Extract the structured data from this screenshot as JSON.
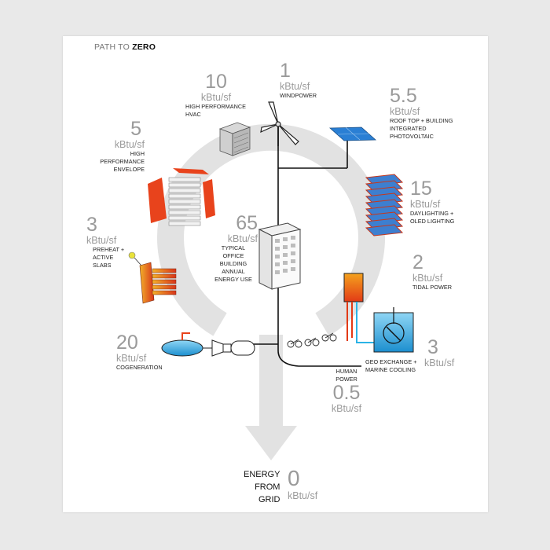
{
  "title": {
    "prefix": "PATH TO ",
    "emphasis": "ZERO"
  },
  "unit": "kBtu/sf",
  "items": {
    "windpower": {
      "value": "1",
      "unit": "kBtu/sf",
      "label": "WINDPOWER"
    },
    "hvac": {
      "value": "10",
      "unit": "kBtu/sf",
      "label_lines": [
        "HIGH PERFORMANCE",
        "HVAC"
      ]
    },
    "photovoltaic": {
      "value": "5.5",
      "unit": "kBtu/sf",
      "label_lines": [
        "ROOF TOP + BUILDING",
        "INTEGRATED",
        "PHOTOVOLTAIC"
      ]
    },
    "envelope": {
      "value": "5",
      "unit": "kBtu/sf",
      "label_lines": [
        "HIGH",
        "PERFORMANCE",
        "ENVELOPE"
      ]
    },
    "daylighting": {
      "value": "15",
      "unit": "kBtu/sf",
      "label_lines": [
        "DAYLIGHTING +",
        "OLED LIGHTING"
      ]
    },
    "preheat": {
      "value": "3",
      "unit": "kBtu/sf",
      "label_lines": [
        "PREHEAT +",
        "ACTIVE",
        "SLABS"
      ]
    },
    "office": {
      "value": "65",
      "unit": "kBtu/sf",
      "label_lines": [
        "TYPICAL",
        "OFFICE",
        "BUILDING",
        "ANNUAL",
        "ENERGY USE"
      ]
    },
    "tidal": {
      "value": "2",
      "unit": "kBtu/sf",
      "label": "TIDAL POWER"
    },
    "cogeneration": {
      "value": "20",
      "unit": "kBtu/sf",
      "label": "COGENERATION"
    },
    "geo": {
      "value": "3",
      "unit": "kBtu/sf",
      "label_lines": [
        "GEO EXCHANGE +",
        "MARINE COOLING"
      ]
    },
    "human": {
      "value": "0.5",
      "unit": "kBtu/sf",
      "label_lines": [
        "HUMAN",
        "POWER"
      ]
    },
    "grid": {
      "value": "0",
      "unit": "kBtu/sf",
      "label_lines": [
        "ENERGY",
        "FROM",
        "GRID"
      ]
    }
  },
  "colors": {
    "accent_orange": "#e8431c",
    "ring_gray": "#e2e2e2",
    "label_gray": "#9a9a9a",
    "solar_blue": "#2a7fd4",
    "water_blue": "#2bb3e6"
  }
}
